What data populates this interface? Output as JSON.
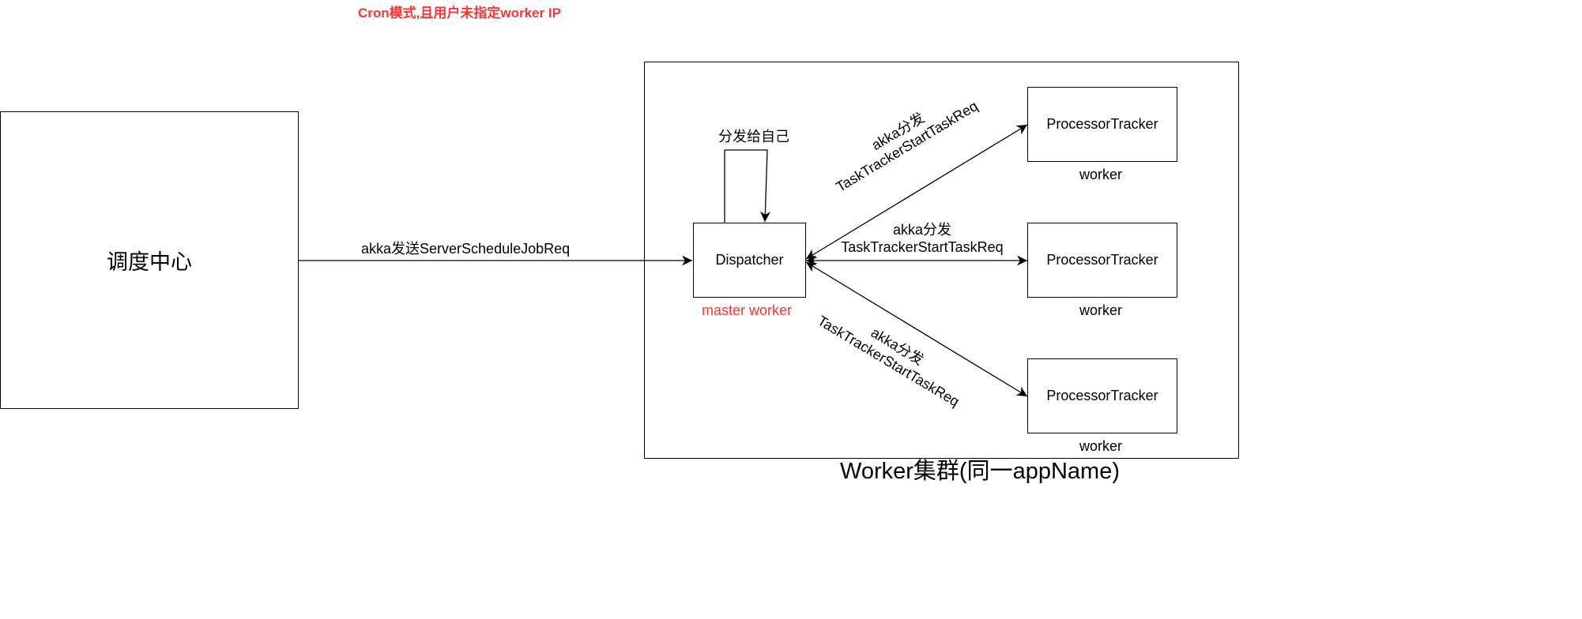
{
  "title": "Cron模式,且用户未指定worker IP",
  "scheduler": {
    "label": "调度中心"
  },
  "cluster": {
    "label": "Worker集群(同一appName)"
  },
  "dispatcher": {
    "label": "Dispatcher",
    "role_label": "master worker",
    "self_dispatch_label": "分发给自己"
  },
  "request_edge": {
    "label": "akka发送ServerScheduleJobReq"
  },
  "workers": [
    {
      "label": "ProcessorTracker",
      "role_label": "worker",
      "edge_label_line1": "akka分发",
      "edge_label_line2": "TaskTrackerStartTaskReq"
    },
    {
      "label": "ProcessorTracker",
      "role_label": "worker",
      "edge_label_line1": "akka分发",
      "edge_label_line2": "TaskTrackerStartTaskReq"
    },
    {
      "label": "ProcessorTracker",
      "role_label": "worker",
      "edge_label_line1": "akka分发",
      "edge_label_line2": "TaskTrackerStartTaskReq"
    }
  ],
  "colors": {
    "accent_red": "#ff3333",
    "line": "#000000",
    "background": "#ffffff"
  }
}
